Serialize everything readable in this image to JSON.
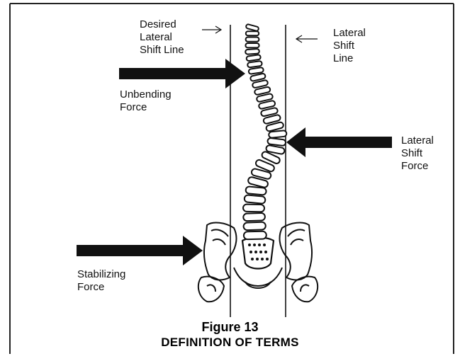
{
  "labels": {
    "desired_lateral_shift_line": [
      "Desired",
      "Lateral",
      "Shift Line"
    ],
    "lateral_shift_line": [
      "Lateral",
      "Shift",
      "Line"
    ],
    "unbending_force": [
      "Unbending",
      "Force"
    ],
    "lateral_shift_force": [
      "Lateral",
      "Shift",
      "Force"
    ],
    "stabilizing_force": [
      "Stabilizing",
      "Force"
    ]
  },
  "caption": {
    "figure_number": "Figure 13",
    "title": "DEFINITION OF TERMS"
  },
  "colors": {
    "ink": "#111111",
    "background": "#ffffff"
  }
}
